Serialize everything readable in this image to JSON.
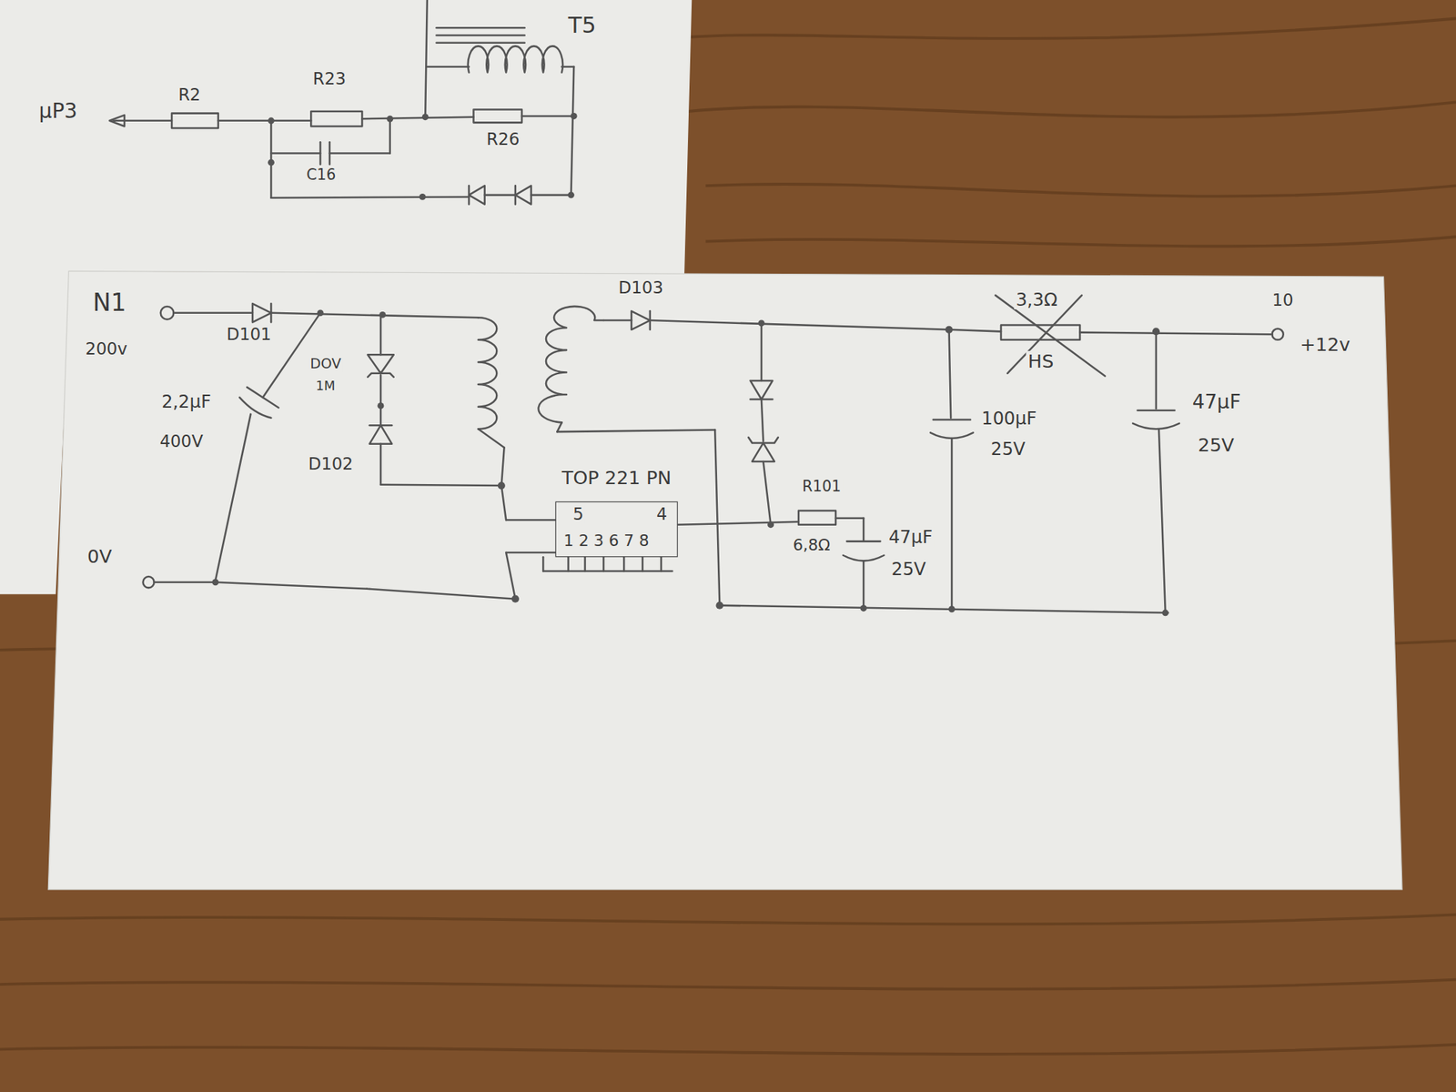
{
  "diagram": {
    "nodes": [
      {
        "text": [
          "TOP 221 PN",
          "5",
          "4",
          "1 2 3 6 7 8"
        ]
      }
    ],
    "labels": [
      "µP3",
      "R2",
      "R23",
      "T5",
      "C16",
      "R26",
      "N1",
      "200v",
      "D101",
      "2,2µF",
      "400V",
      "DOV",
      "1M",
      "D102",
      "D103",
      "R101",
      "6,8Ω",
      "47µF",
      "25V",
      "3,3Ω",
      "HS",
      "100µF",
      "25V",
      "10",
      "+12v",
      "47µF",
      "25V",
      "0V"
    ]
  }
}
